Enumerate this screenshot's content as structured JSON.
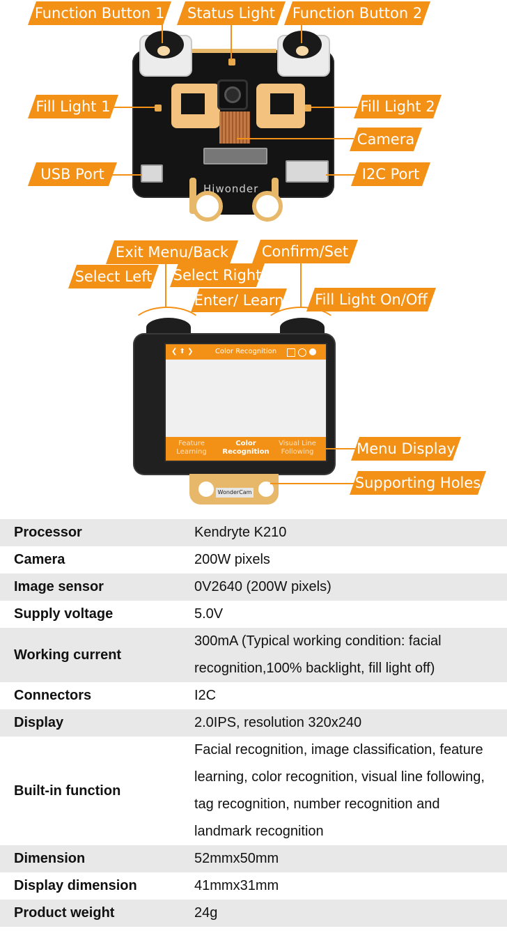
{
  "top_labels": {
    "function_button_1": "Function Button 1",
    "status_light": "Status Light",
    "function_button_2": "Function Button 2",
    "fill_light_1": "Fill Light 1",
    "fill_light_2": "Fill Light 2",
    "camera": "Camera",
    "usb_port": "USB Port",
    "i2c_port": "I2C Port",
    "brand": "Hiwonder"
  },
  "bottom_labels": {
    "exit_menu_back": "Exit Menu/Back",
    "confirm_set": "Confirm/Set",
    "select_left": "Select Left",
    "select_right": "Select Right",
    "enter_learn": "Enter/ Learn",
    "fill_light_on_off": "Fill Light On/Off",
    "menu_display": "Menu Display",
    "supporting_holes": "Supporting Holes",
    "brand": "WonderCam"
  },
  "screen": {
    "nav_glyphs": "❮ ⬆ ❯",
    "title": "Color Recognition",
    "icons": [
      "edit-icon",
      "settings-icon",
      "light-icon"
    ],
    "menu": [
      {
        "line1": "Feature",
        "line2": "Learning"
      },
      {
        "line1": "Color",
        "line2": "Recognition"
      },
      {
        "line1": "Visual Line",
        "line2": "Following"
      }
    ]
  },
  "specs": [
    {
      "key": "Processor",
      "lines": [
        "Kendryte K210"
      ]
    },
    {
      "key": "Camera",
      "lines": [
        "200W pixels"
      ]
    },
    {
      "key": "Image sensor",
      "lines": [
        "0V2640 (200W pixels)"
      ]
    },
    {
      "key": "Supply voltage",
      "lines": [
        "5.0V"
      ]
    },
    {
      "key": "Working current",
      "lines": [
        "300mA (Typical working condition: facial",
        "recognition,100% backlight, fill light off)"
      ]
    },
    {
      "key": "Connectors",
      "lines": [
        "I2C"
      ]
    },
    {
      "key": "Display",
      "lines": [
        "2.0IPS, resolution 320x240"
      ]
    },
    {
      "key": "Built-in function",
      "lines": [
        "Facial recognition, image classification, feature",
        "learning, color recognition, visual line following,",
        "tag recognition, number recognition and",
        "landmark recognition"
      ]
    },
    {
      "key": "Dimension",
      "lines": [
        "52mmx50mm"
      ]
    },
    {
      "key": "Display dimension",
      "lines": [
        "41mmx31mm"
      ]
    },
    {
      "key": "Product weight",
      "lines": [
        "24g"
      ]
    }
  ]
}
